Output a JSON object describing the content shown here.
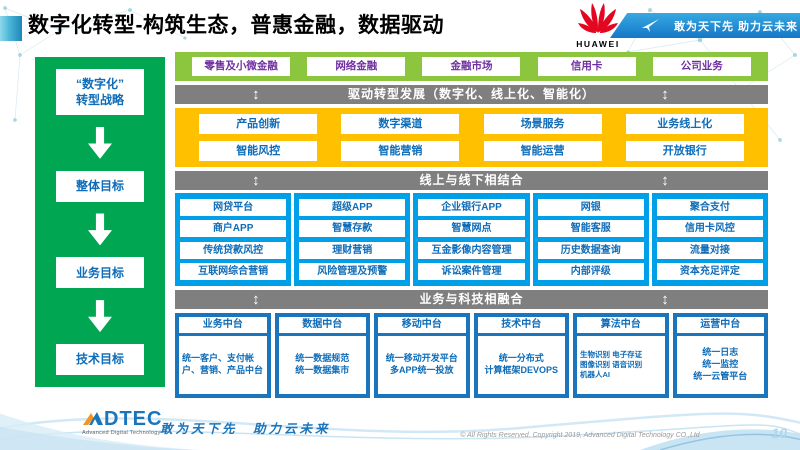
{
  "title": "数字化转型-构筑生态，普惠金融，数据驱动",
  "header": {
    "huawei_wordmark": "HUAWEI",
    "ribbon_slogan": "敢为天下先 助力云未来"
  },
  "icons": {
    "up_down_arrow": "↕"
  },
  "sidebar": {
    "items": [
      {
        "label": "“数字化”\n转型战略"
      },
      {
        "label": "整体目标"
      },
      {
        "label": "业务目标"
      },
      {
        "label": "技术目标"
      }
    ]
  },
  "business_lines": [
    "零售及小微金融",
    "网络金融",
    "金融市场",
    "信用卡",
    "公司业务"
  ],
  "banners": {
    "banner1": "驱动转型发展（数字化、线上化、智能化）",
    "banner2": "线上与线下相结合",
    "banner3": "业务与科技相融合"
  },
  "transform_rows": [
    [
      "产品创新",
      "数字渠道",
      "场景服务",
      "业务线上化"
    ],
    [
      "智能风控",
      "智能营销",
      "智能运营",
      "开放银行"
    ]
  ],
  "platform_columns": [
    [
      "网贷平台",
      "商户APP",
      "传统贷款风控",
      "互联网综合营销"
    ],
    [
      "超级APP",
      "智慧存款",
      "理财营销",
      "风险管理及预警"
    ],
    [
      "企业银行APP",
      "智慧网点",
      "互金影像内容管理",
      "诉讼案件管理"
    ],
    [
      "网银",
      "智能客服",
      "历史数据查询",
      "内部评级"
    ],
    [
      "聚合支付",
      "信用卡风控",
      "流量对接",
      "资本充足评定"
    ]
  ],
  "middle_platforms": [
    {
      "title": "业务中台",
      "items": "统一客户、支付帐户、营销、产品中台"
    },
    {
      "title": "数据中台",
      "items": "统一数据规范\n统一数据集市"
    },
    {
      "title": "移动中台",
      "items": "统一移动开发平台\n多APP统一投放"
    },
    {
      "title": "技术中台",
      "items": "统一分布式\n计算框架DEVOPS"
    },
    {
      "title": "算法中台",
      "items": "生物识别 电子存证\n图像识别 语音识别\n机器人AI"
    },
    {
      "title": "运营中台",
      "items": "统一日志\n统一监控\n统一云管平台"
    }
  ],
  "footer": {
    "logo_text": "DTEC",
    "logo_subtitle": "Advanced Digital Technology",
    "slogan": "敢为天下先　助力云未来",
    "copyright": "© All Rights Reserved. Copyright 2019, Advanced Digital Technology CO.,Ltd",
    "page_number": "10"
  },
  "colors": {
    "green": "#00A651",
    "light_green": "#8CC63E",
    "purple": "#7030A0",
    "yellow": "#FFC000",
    "gray_banner": "#7F7F7F",
    "azure": "#00A0E9",
    "deep_blue": "#1B75BC",
    "text_blue": "#0E6CB8",
    "huawei_red": "#E40521",
    "ribbon_a": "#36A9E1",
    "ribbon_b": "#1577C8",
    "page_num": "#AFD6EC"
  }
}
